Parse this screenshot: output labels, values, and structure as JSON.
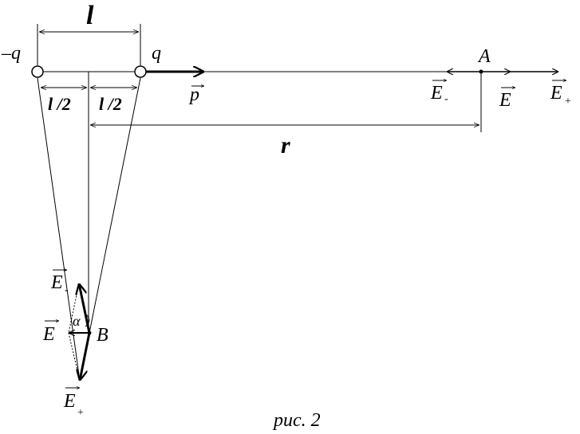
{
  "labels": {
    "length": "l",
    "neg_charge": "–q",
    "pos_charge": "q",
    "half_left": "l /2",
    "half_right": "l /2",
    "dipole_moment": "p",
    "point_a": "A",
    "point_b": "B",
    "distance": "r",
    "e_minus": "E",
    "e_plus": "E",
    "e_total": "E",
    "minus_sub": "-",
    "plus_sub": "+",
    "alpha": "α"
  },
  "caption": "рис. 2"
}
